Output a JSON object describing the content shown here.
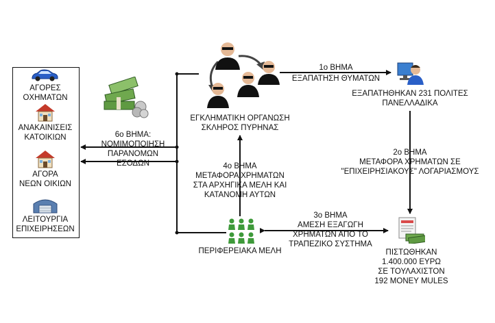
{
  "assets": {
    "items": [
      {
        "lines": [
          "ΑΓΟΡΕΣ",
          "ΟΧΗΜΑΤΩΝ"
        ],
        "icon": "car-icon"
      },
      {
        "lines": [
          "ΑΝΑΚΑΙΝΙΣΕΙΣ",
          "ΚΑΤΟΙΚΙΩΝ"
        ],
        "icon": "house-icon"
      },
      {
        "lines": [
          "ΑΓΟΡΑ",
          "ΝΕΩΝ ΟΙΚΙΩΝ"
        ],
        "icon": "house-icon"
      },
      {
        "lines": [
          "ΛΕΙΤΟΥΡΓΙΑ",
          "ΕΠΙΧΕΙΡΗΣΕΩΝ"
        ],
        "icon": "warehouse-icon"
      }
    ]
  },
  "organization": {
    "lines": [
      "ΕΓΚΛΗΜΑΤΙΚΗ ΟΡΓΑΝΩΣΗ",
      "ΣΚΛΗΡΟΣ ΠΥΡΗΝΑΣ"
    ],
    "icon": "criminals-icon"
  },
  "victims": {
    "lines": [
      "ΕΞΑΠΑΤΗΘΗΚΑΝ 231 ΠΟΛΙΤΕΣ",
      "ΠΑΝΕΛΛΑΔΙΚΑ"
    ],
    "icon": "victim-computer-icon"
  },
  "money_mules": {
    "lines": [
      "ΠΙΣΤΩΘΗΚΑΝ",
      "1.400.000 ΕΥΡΩ",
      "ΣΕ ΤΟΥΛΑΧΙΣΤΟΝ",
      "192 MONEY MULES"
    ],
    "icon": "bank-money-icon"
  },
  "members": {
    "label": "ΠΕΡΙΦΕΡΕΙΑΚΑ ΜΕΛΗ",
    "icon": "members-group-icon"
  },
  "steps": {
    "step1": {
      "lines": [
        "1ο ΒΗΜΑ",
        "ΕΞΑΠΑΤΗΣΗ ΘΥΜΑΤΩΝ"
      ]
    },
    "step2": {
      "lines": [
        "2ο ΒΗΜΑ",
        "ΜΕΤΑΦΟΡΑ ΧΡΗΜΑΤΩΝ ΣΕ",
        "\"ΕΠΙΧΕΙΡΗΣΙΑΚΟΥΣ\" ΛΟΓΑΡΙΑΣΜΟΥΣ"
      ]
    },
    "step3": {
      "lines": [
        "3ο ΒΗΜΑ",
        "ΑΜΕΣΗ ΕΞΑΓΩΓΗ",
        "ΧΡΗΜΑΤΩΝ ΑΠΟ ΤΟ",
        "ΤΡΑΠΕΖΙΚΟ ΣΥΣΤΗΜΑ"
      ]
    },
    "step4": {
      "lines": [
        "4ο ΒΗΜΑ",
        "ΜΕΤΑΦΟΡΑ ΧΡΗΜΑΤΩΝ",
        "ΣΤΑ ΑΡΧΗΓΙΚΑ ΜΕΛΗ ΚΑΙ",
        "ΚΑΤΑΝΟΜΗ ΑΥΤΩΝ"
      ]
    },
    "step6": {
      "lines": [
        "6ο ΒΗΜΑ:",
        "ΝΟΜΙΜΟΠΟΙΗΣΗ",
        "ΠΑΡΑΝΟΜΩΝ",
        "ΕΣΟΔΩΝ"
      ]
    }
  },
  "colors": {
    "car": "#2a5fc7",
    "money": "#4f8a3a",
    "people": "#3e9a3a",
    "roof": "#c43a2a"
  }
}
